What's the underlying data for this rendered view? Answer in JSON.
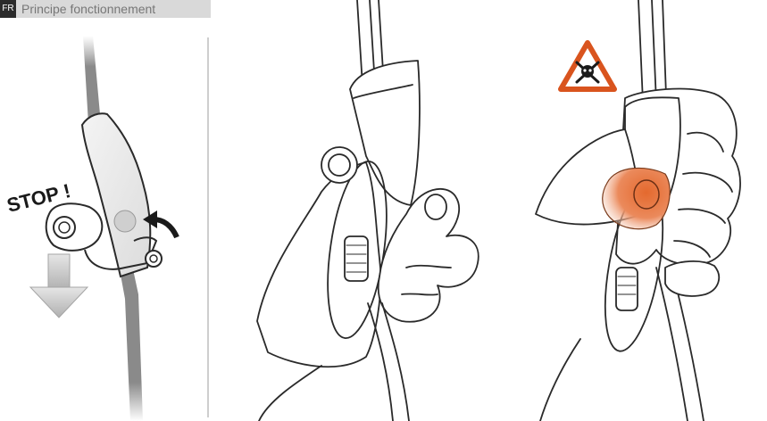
{
  "header": {
    "badge": "FR",
    "title": "Principe fonctionnement"
  },
  "panel_left": {
    "stop_label": "STOP !"
  },
  "icons": {
    "warning": "danger-skull-crossbones-icon",
    "arrow_down": "arrow-down-icon",
    "arrow_curved": "curved-arrow-icon"
  },
  "colors": {
    "warning_orange": "#d9541e",
    "thumb_highlight": "#e4692e",
    "rope_gray": "#8a8a8a"
  }
}
